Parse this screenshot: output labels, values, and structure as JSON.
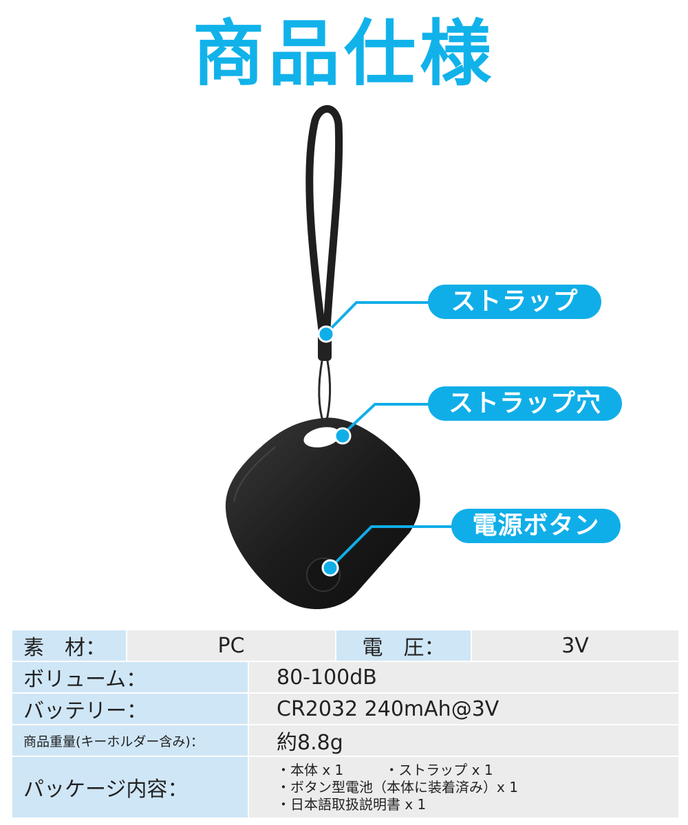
{
  "page": {
    "title": "商品仕様"
  },
  "callouts": {
    "strap": "ストラップ",
    "strap_hole": "ストラップ穴",
    "power_button": "電源ボタン"
  },
  "colors": {
    "accent": "#11b2ea",
    "label_bg": "#cfe6f6",
    "value_bg": "#ececec",
    "device": "#1a1a1a"
  },
  "spec": {
    "material_label": "素　材：",
    "material_value": "PC",
    "voltage_label": "電　圧：",
    "voltage_value": "3V",
    "volume_label": "ボリューム：",
    "volume_value": "80-100dB",
    "battery_label": "バッテリー：",
    "battery_value": "CR2032 240mAh@3V",
    "weight_label": "商品重量(キーホルダー含み)：",
    "weight_value": "約8.8g",
    "package_label": "パッケージ内容：",
    "package_items": [
      "・本体 x 1　　　・ストラップ x 1",
      "・ボタン型電池（本体に装着済み）x 1",
      "・日本語取扱説明書 x 1"
    ]
  }
}
